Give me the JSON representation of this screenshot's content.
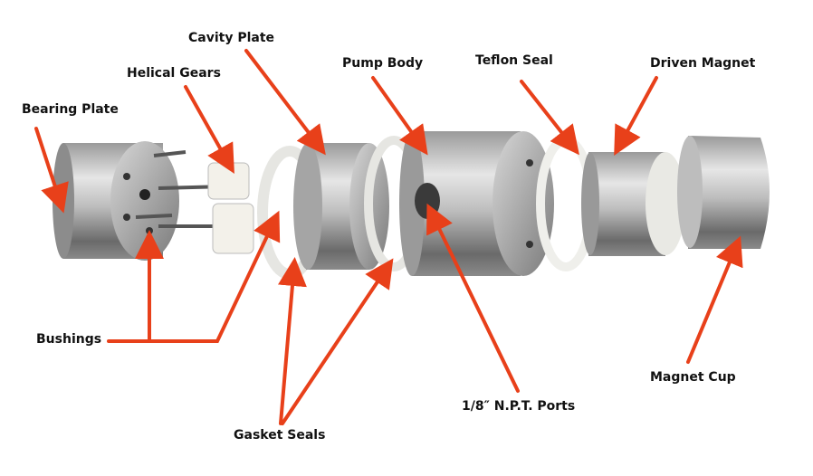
{
  "labels": {
    "cavity_plate": "Cavity Plate",
    "helical_gears": "Helical Gears",
    "pump_body": "Pump Body",
    "teflon_seal": "Teflon Seal",
    "driven_magnet": "Driven Magnet",
    "bearing_plate": "Bearing Plate",
    "bushings": "Bushings",
    "magnet_cup": "Magnet Cup",
    "npt_ports": "1/8″ N.P.T. Ports",
    "gasket_seals": "Gasket Seals"
  },
  "colors": {
    "arrow": "#e8401a",
    "metal_dark": "#6e6e6e",
    "metal_light": "#e4e4e4",
    "seal": "#f2f2ee"
  }
}
